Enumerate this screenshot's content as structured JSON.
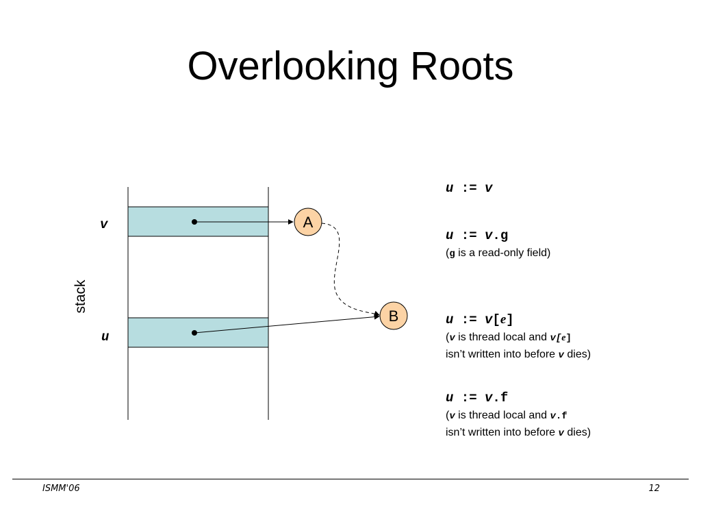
{
  "slide": {
    "title": "Overlooking Roots",
    "footer_left": "ISMM'06",
    "page_number": "12"
  },
  "diagram": {
    "stack_label": "stack",
    "var_v": "v",
    "var_u": "u",
    "node_a": "A",
    "node_b": "B",
    "colors": {
      "slot_fill": "#b7dde0",
      "node_fill": "#fcd3a5"
    }
  },
  "cases": [
    {
      "code": {
        "lhs": "u",
        "op": " := ",
        "rhs": "v"
      }
    },
    {
      "code": {
        "lhs": "u",
        "op": " := ",
        "rhs": "v",
        "suffix": ".g"
      },
      "note": {
        "open": "(",
        "m": "g",
        "rest": " is a read-only field)"
      }
    },
    {
      "code": {
        "lhs": "u",
        "op": " := ",
        "rhs": "v",
        "mid": "[",
        "idx": "e",
        "close": "]"
      },
      "note": {
        "open": "(",
        "v": "v",
        "t1": "  is thread local and ",
        "m1": "v[",
        "m1i": "e",
        "m1c": "]",
        "t2": "isn’t written into before ",
        "v2": "v",
        "t3": " dies)"
      }
    },
    {
      "code": {
        "lhs": "u",
        "op": " := ",
        "rhs": "v",
        "suffix": ".f"
      },
      "note": {
        "open": "(",
        "v": "v",
        "t1": "  is thread local and ",
        "m1": "v",
        "m1s": ".f",
        "t2": "isn’t written into before ",
        "v2": "v",
        "t3": " dies)"
      }
    }
  ]
}
